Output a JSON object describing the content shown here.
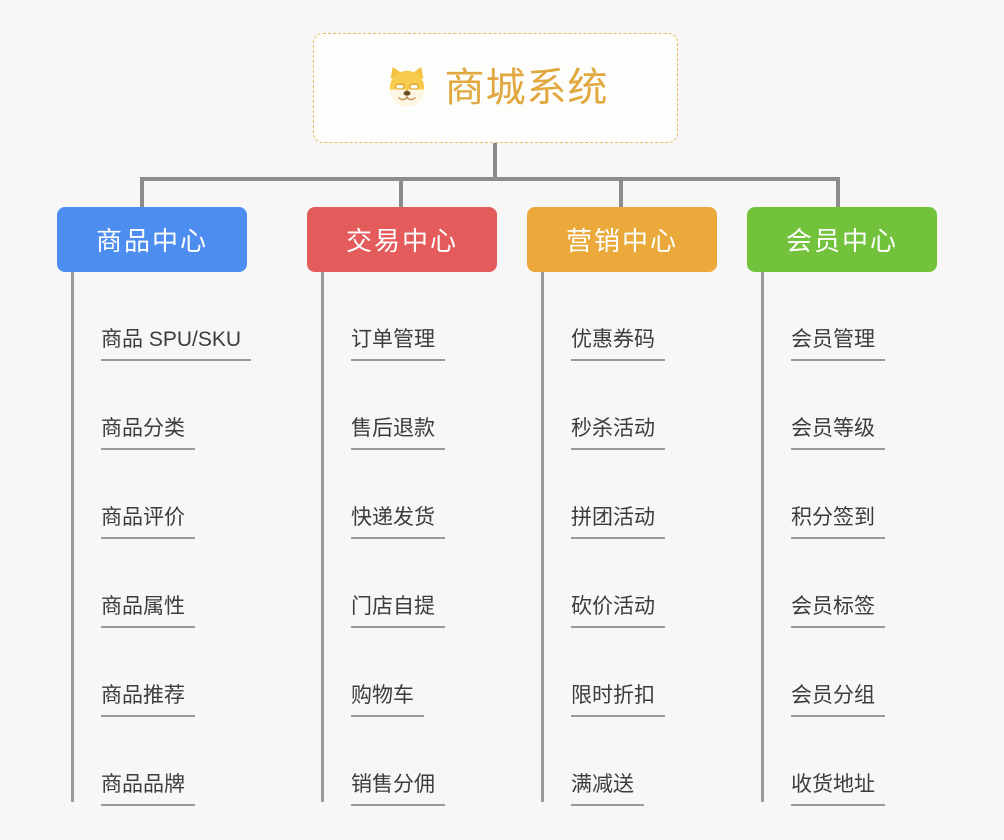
{
  "diagram": {
    "type": "org-chart",
    "background_color": "#f7f7f7",
    "root": {
      "title": "商城系统",
      "icon": "shiba-dog-icon",
      "title_color": "#e0a83e",
      "border_color": "#e6b95f"
    },
    "connector_color": "#8c8c8c",
    "categories": [
      {
        "label": "商品中心",
        "color": "#4d8df0",
        "items": [
          "商品 SPU/SKU",
          "商品分类",
          "商品评价",
          "商品属性",
          "商品推荐",
          "商品品牌"
        ]
      },
      {
        "label": "交易中心",
        "color": "#e35b5b",
        "items": [
          "订单管理",
          "售后退款",
          "快递发货",
          "门店自提",
          "购物车",
          "销售分佣"
        ]
      },
      {
        "label": "营销中心",
        "color": "#eaa93a",
        "items": [
          "优惠券码",
          "秒杀活动",
          "拼团活动",
          "砍价活动",
          "限时折扣",
          "满减送"
        ]
      },
      {
        "label": "会员中心",
        "color": "#72c23c",
        "items": [
          "会员管理",
          "会员等级",
          "积分签到",
          "会员标签",
          "会员分组",
          "收货地址"
        ]
      }
    ]
  }
}
